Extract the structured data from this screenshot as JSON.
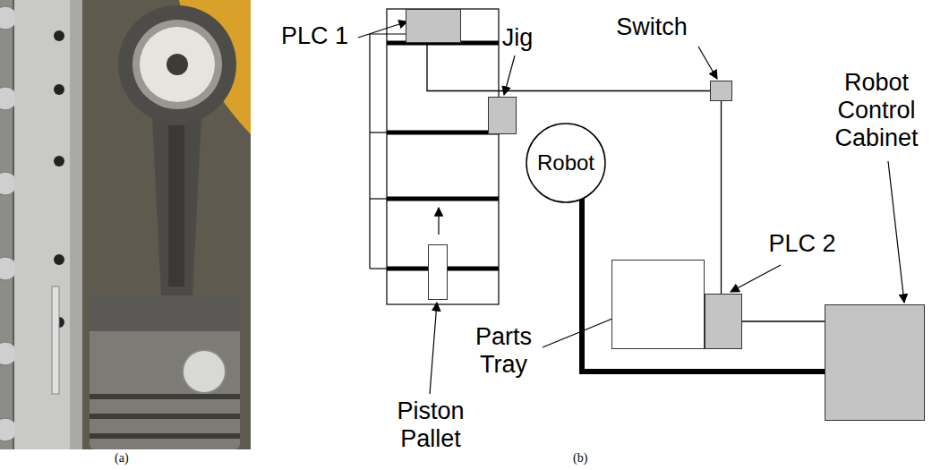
{
  "diagram": {
    "nodes": [
      {
        "text": [
          "PLC 1"
        ]
      },
      {
        "text": [
          "Jig"
        ]
      },
      {
        "text": [
          "Switch"
        ]
      },
      {
        "text": [
          "Robot"
        ]
      },
      {
        "text": [
          "Robot Control Cabinet"
        ]
      },
      {
        "text": [
          "PLC 2"
        ]
      },
      {
        "text": [
          "Parts Tray"
        ]
      },
      {
        "text": [
          "Piston Pallet"
        ]
      }
    ],
    "edges": [
      {
        "from": 0,
        "to": 2,
        "arrow": "none"
      },
      {
        "from": 2,
        "to": 5,
        "arrow": "none"
      },
      {
        "from": 5,
        "to": 4,
        "arrow": "none"
      },
      {
        "from": 3,
        "to": 4,
        "arrow": "none"
      }
    ],
    "labels": [
      "(a)",
      "(b)"
    ]
  }
}
